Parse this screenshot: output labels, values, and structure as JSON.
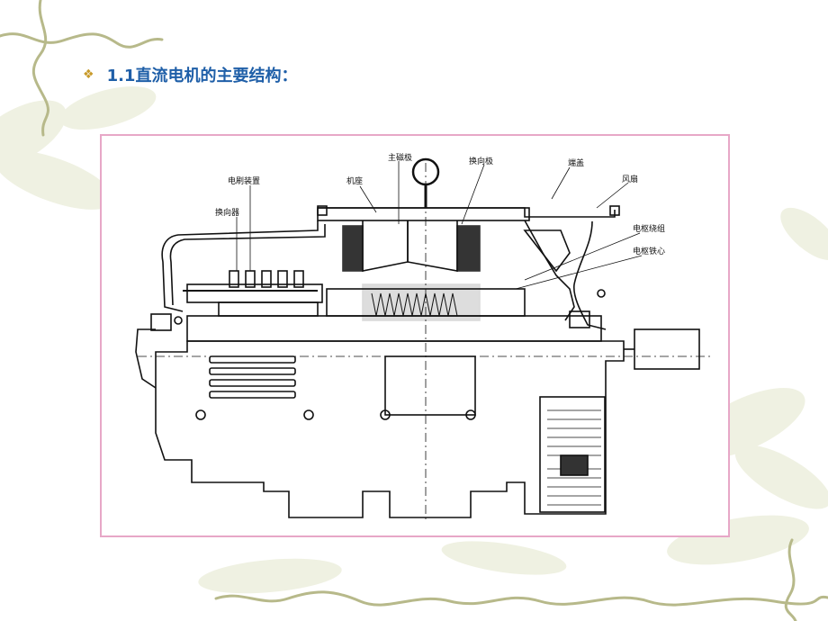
{
  "slide": {
    "bullet": "❖",
    "title": "1.1直流电机的主要结构："
  },
  "figure": {
    "labels": {
      "main_pole": "主磁极",
      "commutating_pole": "换向极",
      "end_cover": "端盖",
      "frame": "机座",
      "fan": "风扇",
      "brush_gear": "电刷装置",
      "commutator": "换向器",
      "armature_winding": "电枢绕组",
      "armature_core": "电枢铁心"
    }
  }
}
